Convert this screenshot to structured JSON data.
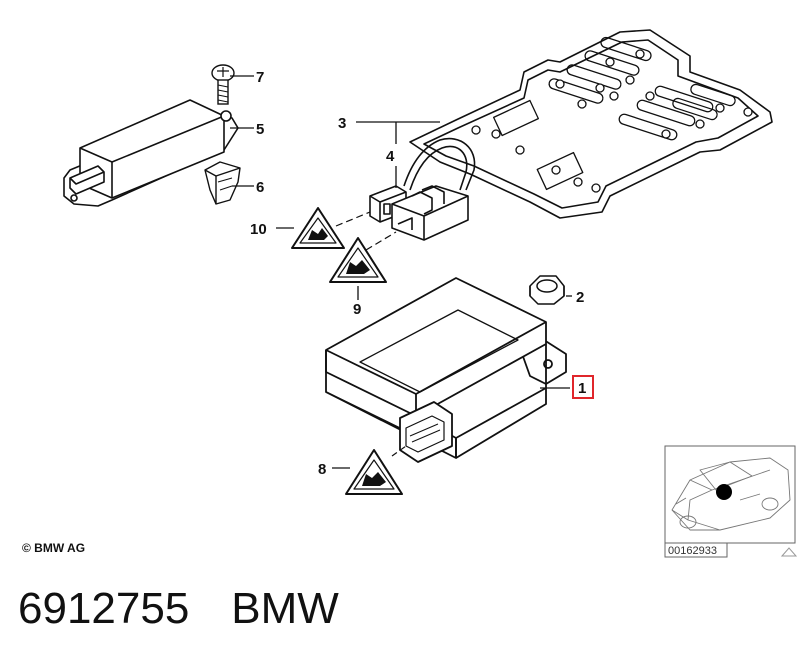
{
  "callouts": {
    "c1": "1",
    "c2": "2",
    "c3": "3",
    "c4": "4",
    "c5": "5",
    "c6": "6",
    "c7": "7",
    "c8": "8",
    "c9": "9",
    "c10": "10"
  },
  "highlight_color": "#e0262b",
  "copyright": "© BMW AG",
  "thumbnail_code": "00162933",
  "part_number": "6912755",
  "brand": "BMW"
}
